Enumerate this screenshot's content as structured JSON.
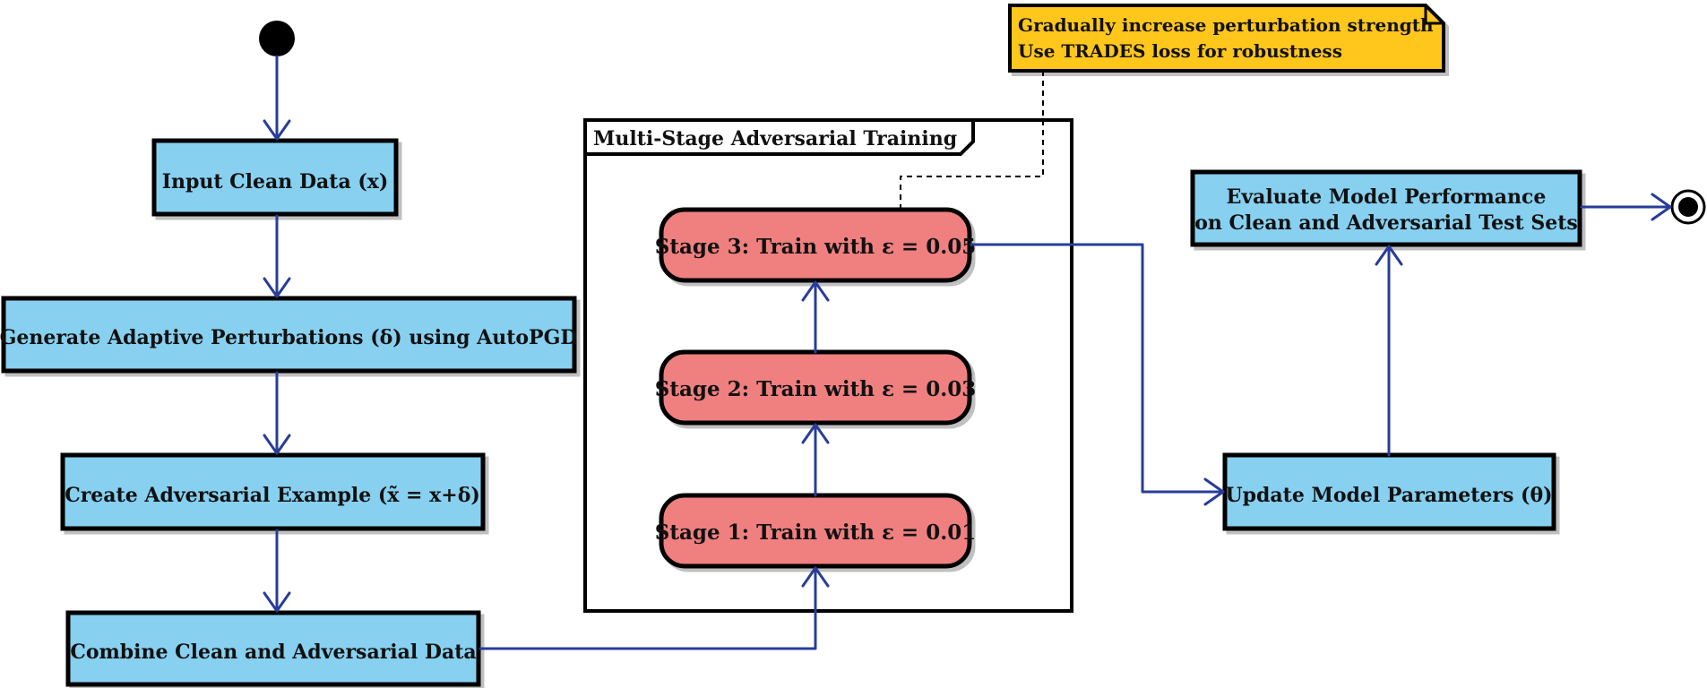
{
  "colors": {
    "action_fill": "#87D0F0",
    "stage_fill": "#F08080",
    "note_fill": "#FFC61A",
    "arrow": "#283C9A",
    "border": "#000000"
  },
  "frame": {
    "label": "Multi-Stage Adversarial Training"
  },
  "note": {
    "line1": "Gradually increase perturbation strength",
    "line2": "Use TRADES loss for robustness"
  },
  "actions": {
    "input": "Input Clean Data (x)",
    "generate": "Generate Adaptive Perturbations (δ) using AutoPGD",
    "create": "Create Adversarial Example (x̃ = x+δ)",
    "combine": "Combine Clean and Adversarial Data",
    "update": "Update Model Parameters (θ)",
    "evaluate_line1": "Evaluate Model Performance",
    "evaluate_line2": "on Clean and Adversarial Test Sets"
  },
  "stages": {
    "stage1": "Stage 1: Train with ε = 0.01",
    "stage2": "Stage 2: Train with ε = 0.03",
    "stage3": "Stage 3: Train with ε = 0.05"
  }
}
